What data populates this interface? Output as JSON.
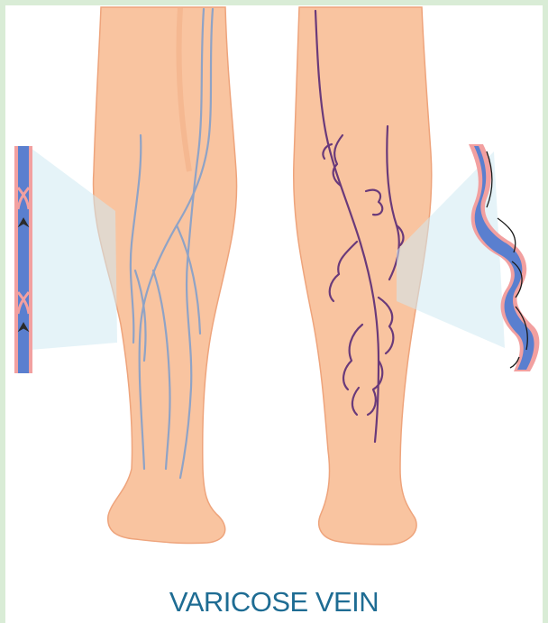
{
  "caption": "VARICOSE VEIN",
  "colors": {
    "frame_border": "#d9ecd6",
    "skin": "#f9c4a0",
    "skin_shade": "#f2ab82",
    "healthy_vein": "#8fa3c6",
    "varicose_vein": "#6a3a7a",
    "vein_wall": "#f2a0a0",
    "vein_blood": "#5a7fcf",
    "magnifier_beam": "#cfe9f2",
    "caption_text": "#1e6c93"
  },
  "panels": {
    "left": {
      "depicts": "healthy-leg",
      "inset": "normal-vein-valves"
    },
    "right": {
      "depicts": "varicose-leg",
      "inset": "varicose-vein-dilated"
    }
  }
}
